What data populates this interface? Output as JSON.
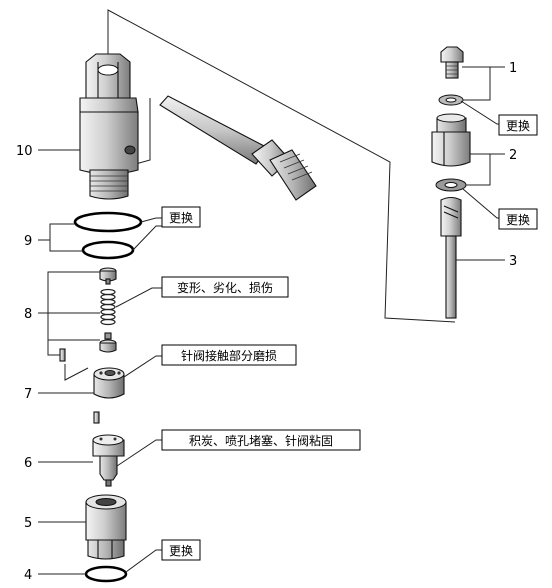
{
  "callouts": {
    "n1": "1",
    "n2": "2",
    "n3": "3",
    "n4": "4",
    "n5": "5",
    "n6": "6",
    "n7": "7",
    "n8": "8",
    "n9": "9",
    "n10": "10"
  },
  "notes": {
    "replace": "更换",
    "spring_damage": "变形、劣化、损伤",
    "needle_wear": "针阀接触部分磨损",
    "nozzle_fault": "积炭、喷孔堵塞、针阀粘固"
  }
}
